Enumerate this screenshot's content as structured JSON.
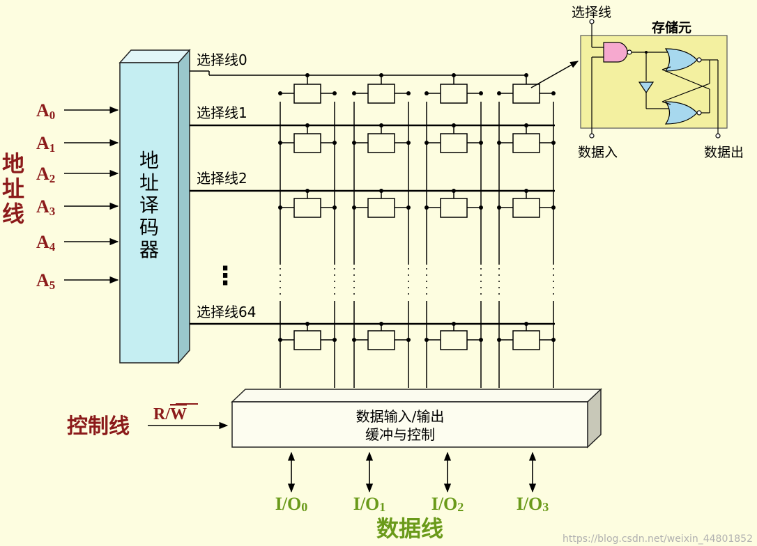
{
  "colors": {
    "background": "#fdfde0",
    "decoder_fill": "#c5eef2",
    "address_text": "#8b1a1a",
    "data_line_text": "#6a9a1a",
    "inset_fill": "#f3f0a0",
    "gate_pink": "#f6a9cf",
    "gate_blue": "#a7d8ee"
  },
  "address_lines": {
    "group_label_chars": [
      "地",
      "址",
      "线"
    ],
    "inputs": [
      {
        "base": "A",
        "sub": "0"
      },
      {
        "base": "A",
        "sub": "1"
      },
      {
        "base": "A",
        "sub": "2"
      },
      {
        "base": "A",
        "sub": "3"
      },
      {
        "base": "A",
        "sub": "4"
      },
      {
        "base": "A",
        "sub": "5"
      }
    ]
  },
  "decoder": {
    "label_chars": [
      "地",
      "址",
      "译",
      "码",
      "器"
    ]
  },
  "select_lines": [
    "选择线0",
    "选择线1",
    "选择线2",
    "选择线64"
  ],
  "ellipsis": "⋮",
  "io_buffer": {
    "line1": "数据输入/输出",
    "line2": "缓冲与控制"
  },
  "control": {
    "label": "控制线",
    "signal_r": "R/",
    "signal_w": "W"
  },
  "io_lines": [
    {
      "base": "I/O",
      "sub": "0"
    },
    {
      "base": "I/O",
      "sub": "1"
    },
    {
      "base": "I/O",
      "sub": "2"
    },
    {
      "base": "I/O",
      "sub": "3"
    }
  ],
  "data_lines_label": "数据线",
  "inset": {
    "title": "存储元",
    "select_label": "选择线",
    "data_in_label": "数据入",
    "data_out_label": "数据出"
  },
  "watermark": "https://blog.csdn.net/weixin_44801852"
}
